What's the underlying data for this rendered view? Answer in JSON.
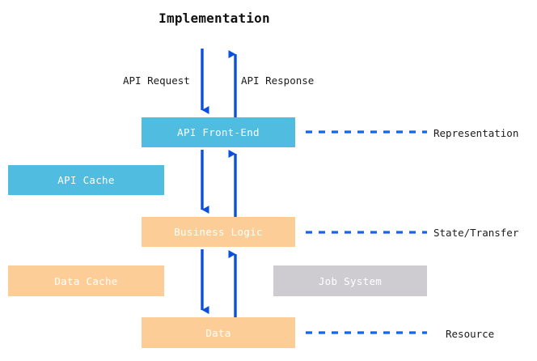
{
  "diagram": {
    "title": "Implementation",
    "nodes": [
      {
        "id": "api-front-end",
        "label": "API Front-End",
        "color": "#4FBCE0"
      },
      {
        "id": "api-cache",
        "label": "API Cache",
        "color": "#4FBCE0"
      },
      {
        "id": "business-logic",
        "label": "Business Logic",
        "color": "#FCCD96"
      },
      {
        "id": "data-cache",
        "label": "Data Cache",
        "color": "#FCCD96"
      },
      {
        "id": "job-system",
        "label": "Job System",
        "color": "#CECCD1"
      },
      {
        "id": "data",
        "label": "Data",
        "color": "#FCCD96"
      }
    ],
    "flow_labels": {
      "request": "API Request",
      "response": "API Response"
    },
    "side_labels": [
      {
        "id": "representation",
        "text": "Representation"
      },
      {
        "id": "state-transfer",
        "text": "State/Transfer"
      },
      {
        "id": "resource",
        "text": "Resource"
      }
    ],
    "colors": {
      "arrow": "#0A50DC",
      "dashed": "#1565E8",
      "cyan": "#4FBCE0",
      "peach": "#FCCD96",
      "gray": "#CECCD1",
      "text_on_node": "#FFFFFF",
      "text": "#1B1B1B",
      "background": "#FFFFFF"
    }
  }
}
